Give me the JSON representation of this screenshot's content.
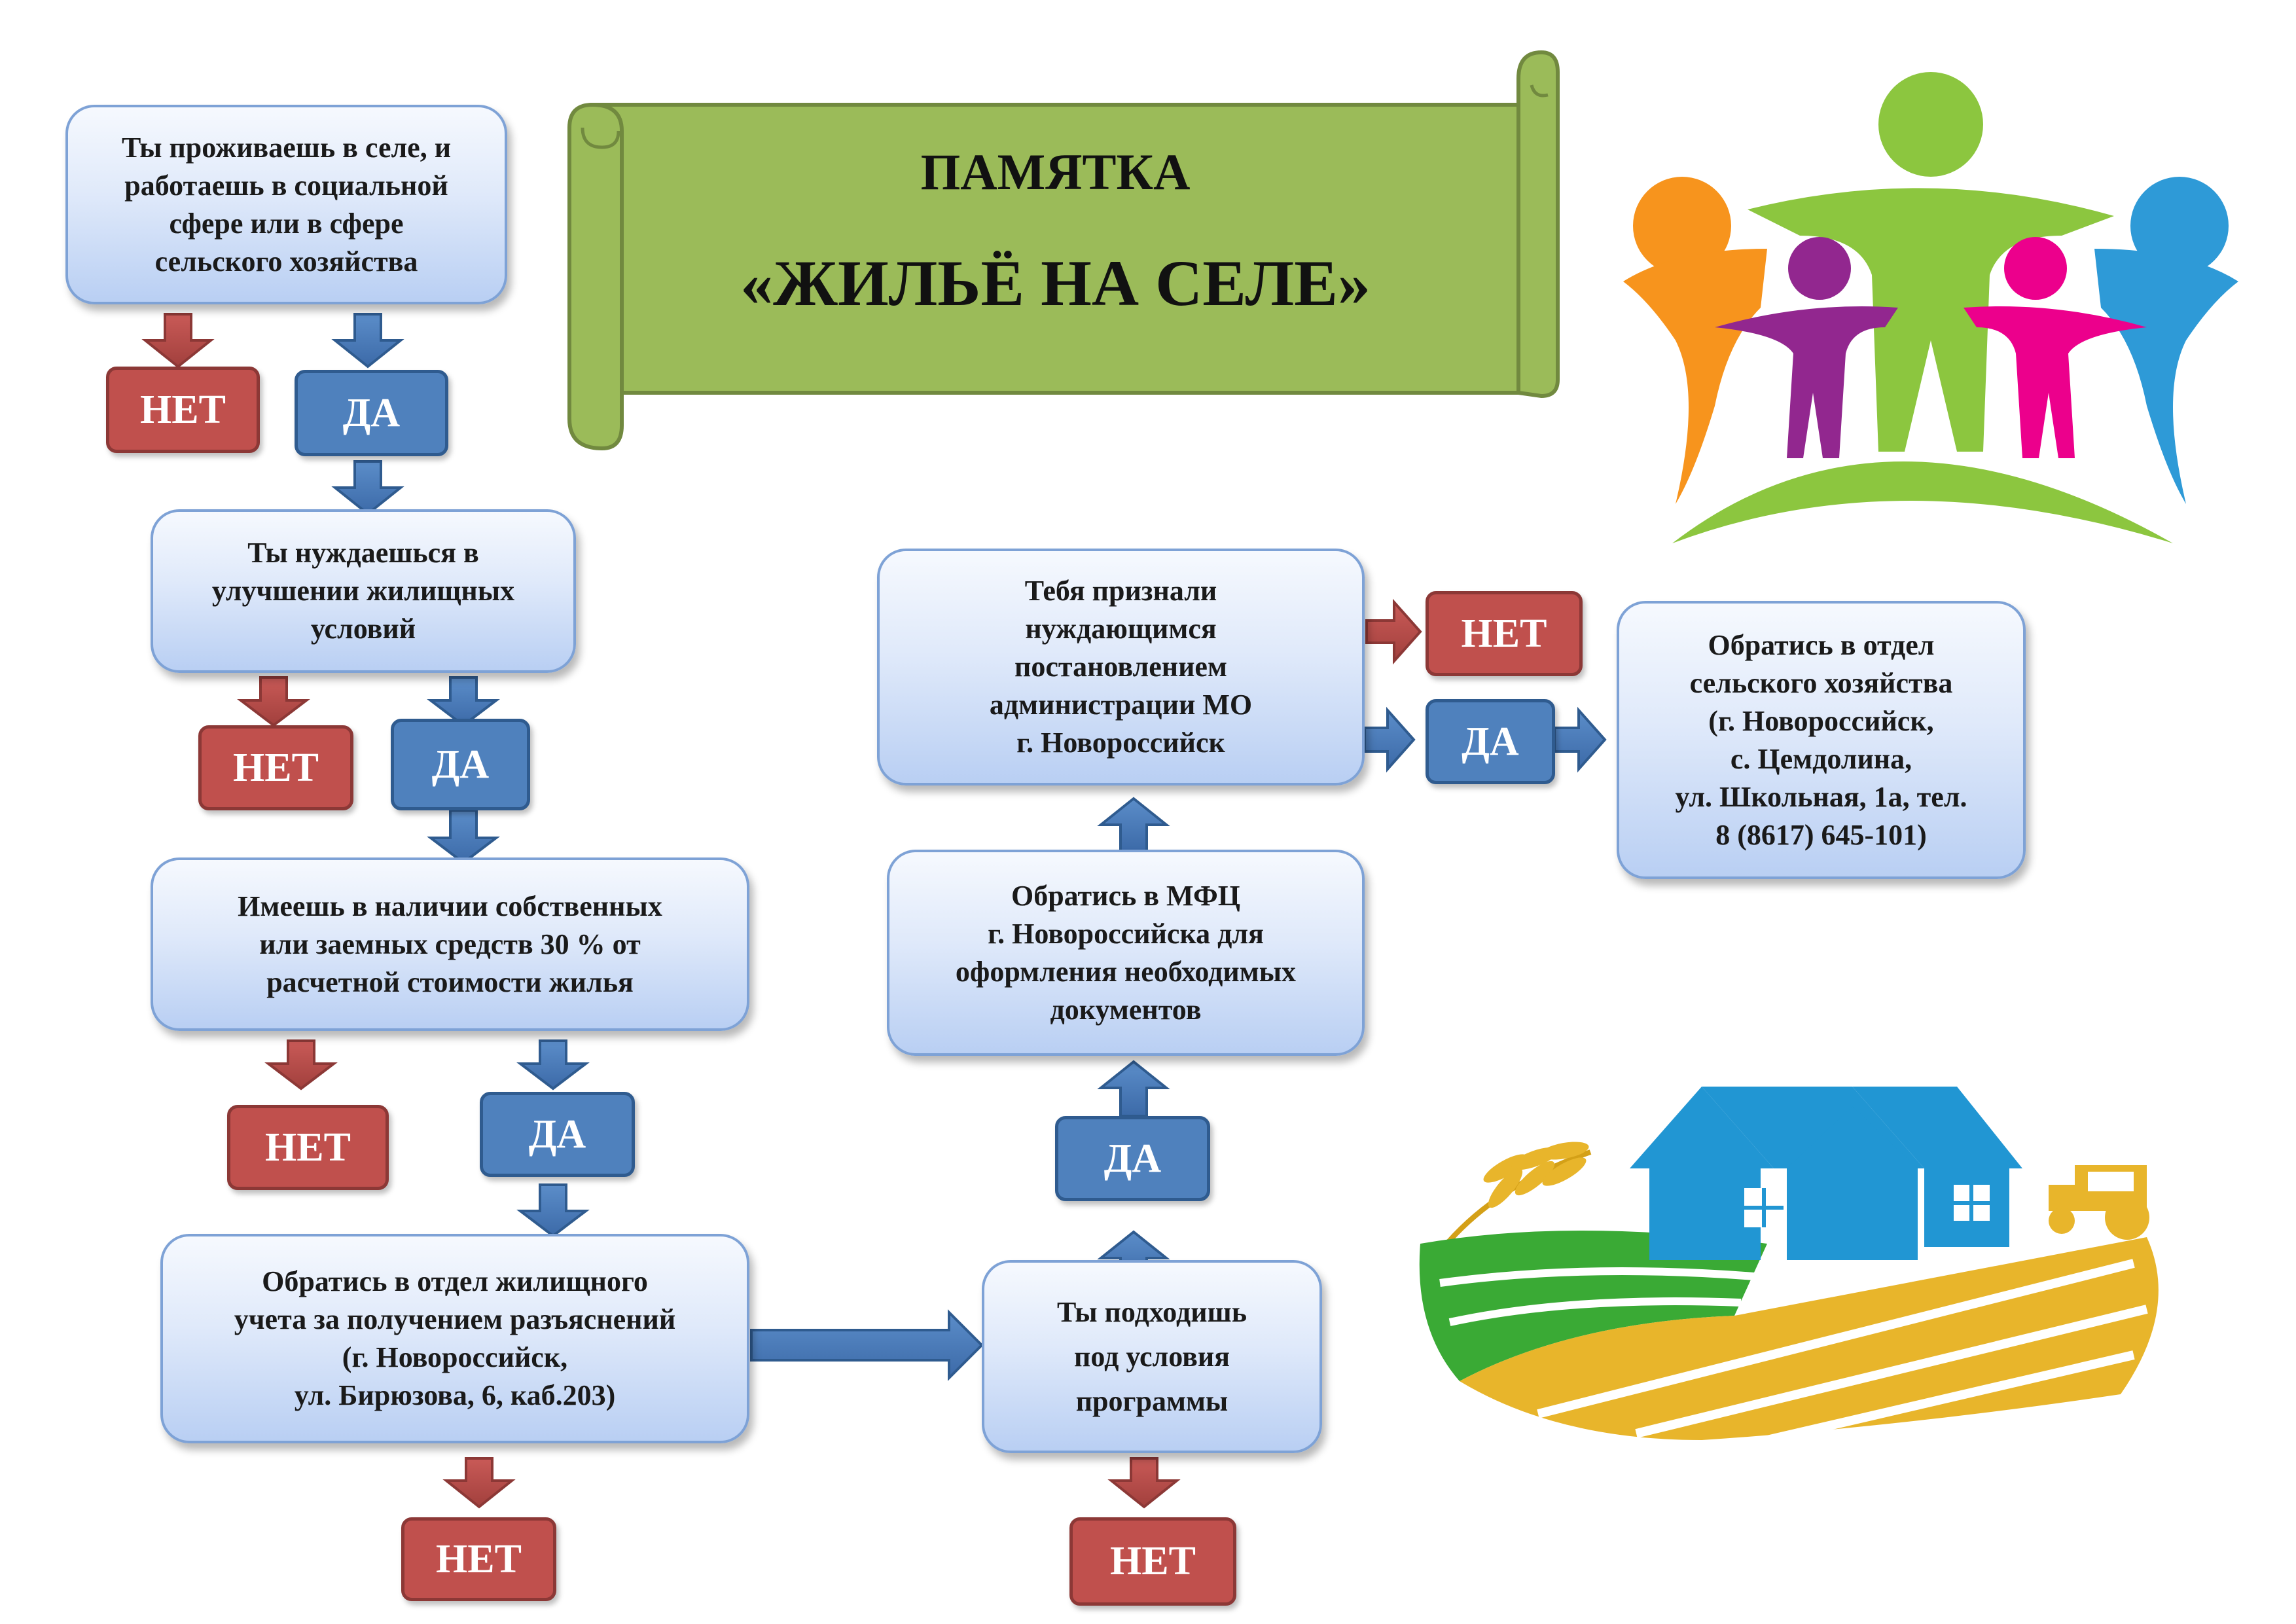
{
  "title": {
    "line1": "ПАМЯТКА",
    "line2": "«ЖИЛЬЁ НА СЕЛЕ»"
  },
  "boxes": {
    "q1": "Ты проживаешь в селе, и\nработаешь  в социальной\nсфере или в сфере\nсельского хозяйства",
    "q2": "Ты нуждаешься в\nулучшении жилищных\nусловий",
    "q3": "Имеешь в наличии  собственных\nили заемных средств 30 % от\nрасчетной стоимости жилья",
    "q4": "Обратись в отдел жилищного\nучета за получением разъяснений\n(г. Новороссийск,\nул. Бирюзова, 6, каб.203)",
    "q5": "Ты подходишь\nпод условия\nпрограммы",
    "q6": "Обратись в МФЦ\nг. Новороссийска для\nоформления необходимых\nдокументов",
    "q7": "Тебя признали\nнуждающимся\nпостановлением\nадминистрации МО\nг. Новороссийск",
    "q8": "Обратись в отдел\nсельского хозяйства\n(г. Новороссийск,\nс. Цемдолина,\nул. Школьная, 1а, тел.\n8 (8617) 645-101)"
  },
  "labels": {
    "yes": "ДА",
    "no": "НЕТ"
  },
  "colors": {
    "no": "#c0504d",
    "yes": "#4f81bd",
    "arrow_blue": "#4f81bd",
    "arrow_red": "#c0504d",
    "scroll": "#9bbb59"
  },
  "illustrations": {
    "people": "people-group-logo",
    "house": "rural-house-field-logo"
  }
}
